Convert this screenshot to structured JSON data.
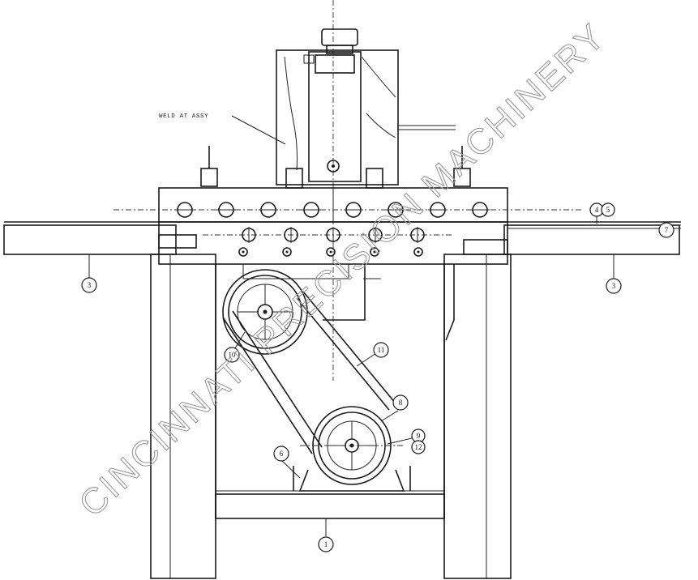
{
  "drawing": {
    "weld_note": "WELD AT ASSY",
    "watermark": "CINCINNATI PRECISION MACHINERY"
  },
  "callouts": [
    {
      "id": "c1",
      "label": "1"
    },
    {
      "id": "c3l",
      "label": "3"
    },
    {
      "id": "c3r",
      "label": "3"
    },
    {
      "id": "c4",
      "label": "4"
    },
    {
      "id": "c5",
      "label": "5"
    },
    {
      "id": "c6",
      "label": "6"
    },
    {
      "id": "c7",
      "label": "7"
    },
    {
      "id": "c8",
      "label": "8"
    },
    {
      "id": "c9",
      "label": "9"
    },
    {
      "id": "c10",
      "label": "10"
    },
    {
      "id": "c11",
      "label": "11"
    },
    {
      "id": "c12",
      "label": "12"
    }
  ]
}
